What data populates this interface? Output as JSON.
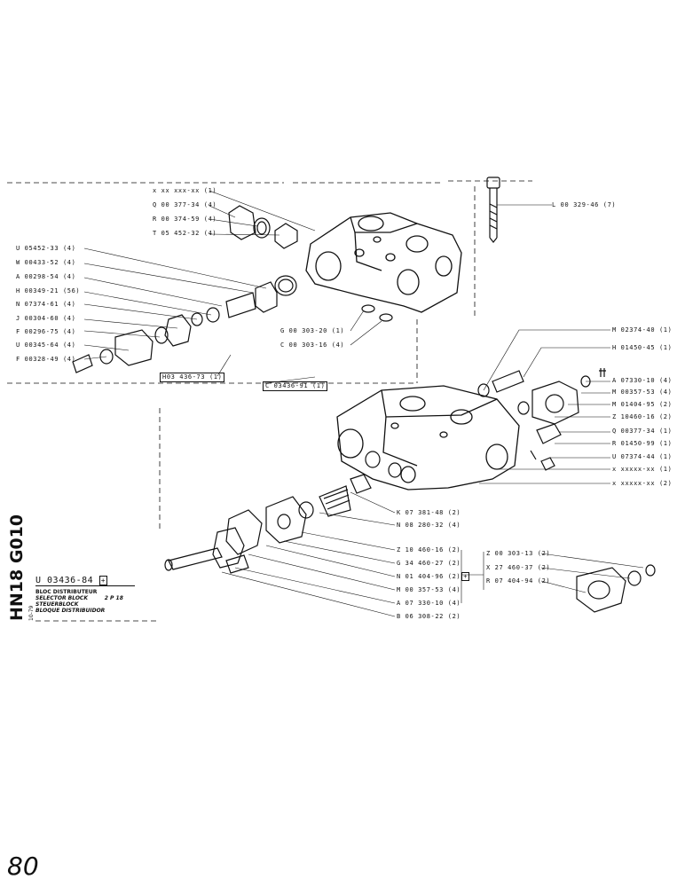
{
  "labels_upper": {
    "a": "x xx xxx-xx (1)",
    "b": "Q 00 377-34 (4)",
    "c": "R 00 374-59 (4)",
    "d": "T 05 452-32 (4)",
    "e": "L 00 329-46 (7)",
    "f": "U 05452-33 (4)",
    "g": "W 00433-52 (4)",
    "h": "A 00298-54 (4)",
    "i": "H 00349-21 (56)",
    "j": "N 07374-61 (4)",
    "k": "J 00304-60 (4)",
    "l": "F 00296-75 (4)",
    "m": "U 00345-64 (4)",
    "n": "F 00328-49 (4)",
    "o": "G 00 303-20 (1)",
    "p": "C 00 303-16 (4)",
    "q": "H03 436-73 (1)",
    "r": "C 03436-91 (1)"
  },
  "labels_lower": {
    "a": "M 02374-40 (1)",
    "b": "H 01450-45 (1)",
    "c": "A 07330-10 (4)",
    "d": "M 00357-53 (4)",
    "e": "M 01404-95 (2)",
    "f": "Z 10460-16 (2)",
    "g": "Q 00377-34 (1)",
    "h": "R 01450-99 (1)",
    "i": "U 07374-44 (1)",
    "j": "x xxxxx-xx (1)",
    "k": "x xxxxx-xx (2)",
    "l": "K 07 381-48 (2)",
    "m": "N 08 280-32 (4)",
    "n": "Z 10 460-16 (2)",
    "o": "G 34 460-27 (2)",
    "p": "N 01 404-96 (2)",
    "q": "M 00 357-53 (4)",
    "r": "A 07 330-10 (4)",
    "s": "B 06 308-22 (2)",
    "t": "Z 00 303-13 (2)",
    "u": "X 27 460-37 (2)",
    "v": "R 07 404-94 (2)"
  },
  "side_id": "HN18 G010",
  "ref": {
    "number": "U 03436-84",
    "mark": "+",
    "plus_mark": "+"
  },
  "date": "10-79",
  "title": {
    "fr": "BLOC DISTRIBUTEUR",
    "en": "SELECTOR BLOCK",
    "de": "STEUERBLOCK",
    "es": "BLOQUE DISTRIBUIDOR",
    "model": "2 P 18"
  },
  "page_number": "80"
}
